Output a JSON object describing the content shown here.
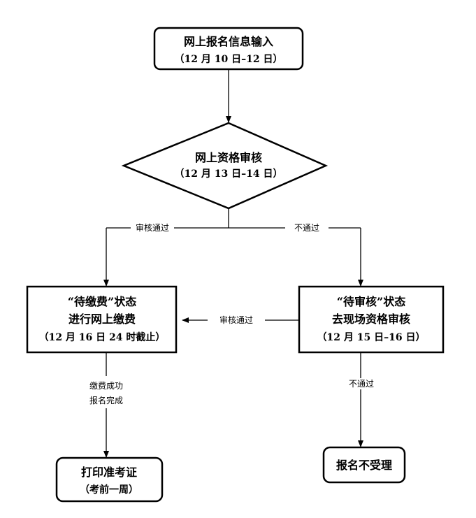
{
  "nodes": {
    "input": {
      "line1": "网上报名信息输入",
      "line2": "（12 月 10 日–12 日）"
    },
    "online_review": {
      "line1": "网上资格审核",
      "line2": "（12 月 13 日–14 日）"
    },
    "pending_payment": {
      "line1": "“待缴费”状态",
      "line2": "进行网上缴费",
      "line3": "（12 月 16 日 24 时截止）"
    },
    "pending_review": {
      "line1": "“待审核”状态",
      "line2": "去现场资格审核",
      "line3": "（12 月 15 日–16 日）"
    },
    "print_ticket": {
      "line1": "打印准考证",
      "line2": "（考前一周）"
    },
    "rejected": {
      "line1": "报名不受理"
    }
  },
  "edges": {
    "review_pass_left": "审核通过",
    "review_fail_right": "不通过",
    "onsite_pass": "审核通过",
    "payment_done": {
      "line1": "缴费成功",
      "line2": "报名完成"
    },
    "onsite_fail": "不通过"
  }
}
